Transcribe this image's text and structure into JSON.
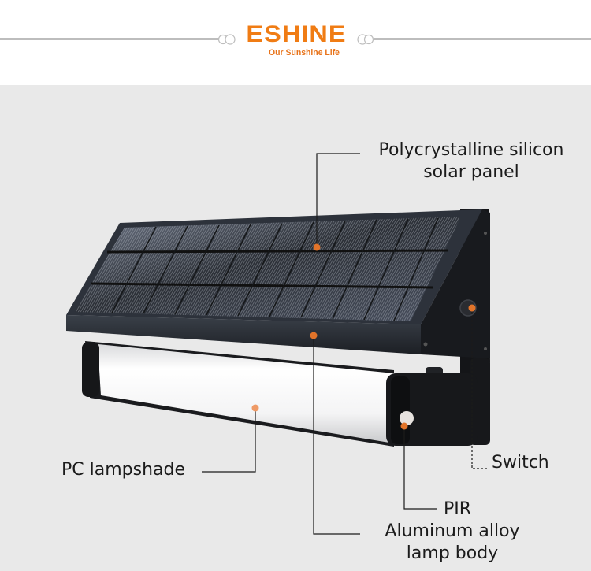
{
  "header": {
    "brand_name": "ESHINE",
    "brand_tagline": "Our Sunshine Life",
    "brand_color": "#f07c14",
    "background": "#ffffff",
    "divider_color": "#bdbdbd"
  },
  "diagram": {
    "background": "#e9e9e9",
    "marker_color": "#e2742a",
    "leader_color": "#1b1b1b",
    "product": "solar wall lamp",
    "callouts": [
      {
        "id": "solar-panel",
        "line1": "Polycrystalline silicon",
        "line2": "solar panel"
      },
      {
        "id": "lampshade",
        "line1": "PC lampshade"
      },
      {
        "id": "switch",
        "line1": "Switch"
      },
      {
        "id": "pir",
        "line1": "PIR"
      },
      {
        "id": "lamp-body",
        "line1": "Aluminum alloy",
        "line2": "lamp body"
      }
    ]
  }
}
